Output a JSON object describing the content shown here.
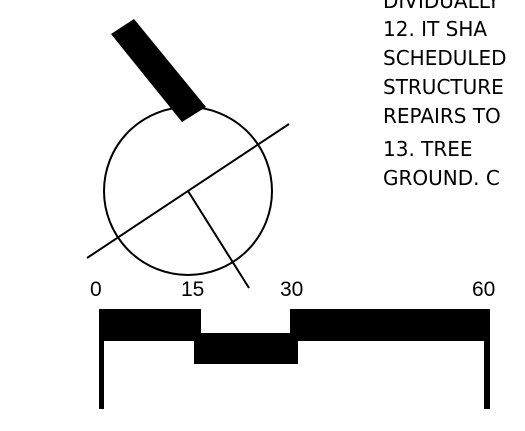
{
  "notes": {
    "line_top": "DIVIDUALLY",
    "line_12a": "12.  IT SHA",
    "line_12b": "SCHEDULED",
    "line_12c": "STRUCTURE",
    "line_12d": "REPAIRS TO",
    "line_13a": "13.  TREE",
    "line_13b": "GROUND.   C"
  },
  "scale_bar": {
    "labels": [
      "0",
      "15",
      "30",
      "60"
    ]
  },
  "north_arrow": {
    "symbol": "north-arrow-icon"
  },
  "colors": {
    "ink": "#000000",
    "paper": "#ffffff"
  }
}
